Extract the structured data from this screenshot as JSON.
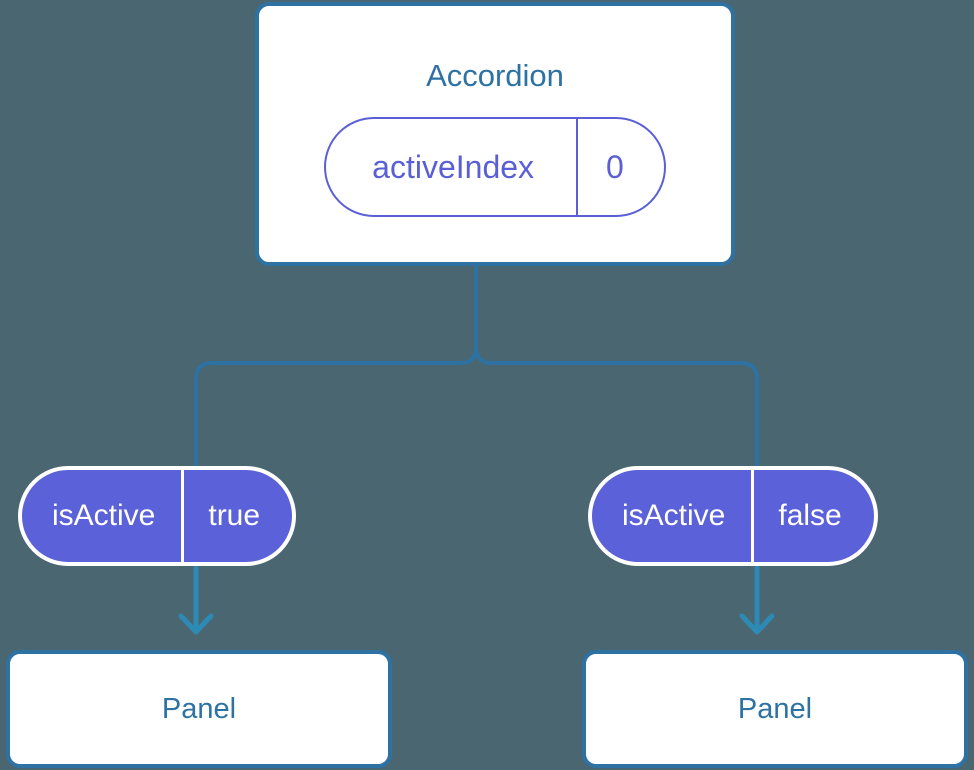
{
  "diagram": {
    "type": "component-state-tree",
    "background_color": "#4a6671",
    "accent_blue": "#2d72a3",
    "accent_purple": "#5b61d8",
    "root": {
      "title": "Accordion",
      "state": {
        "key": "activeIndex",
        "value": "0"
      }
    },
    "branches": [
      {
        "prop": {
          "key": "isActive",
          "value": "true"
        },
        "child": {
          "title": "Panel"
        }
      },
      {
        "prop": {
          "key": "isActive",
          "value": "false"
        },
        "child": {
          "title": "Panel"
        }
      }
    ]
  }
}
